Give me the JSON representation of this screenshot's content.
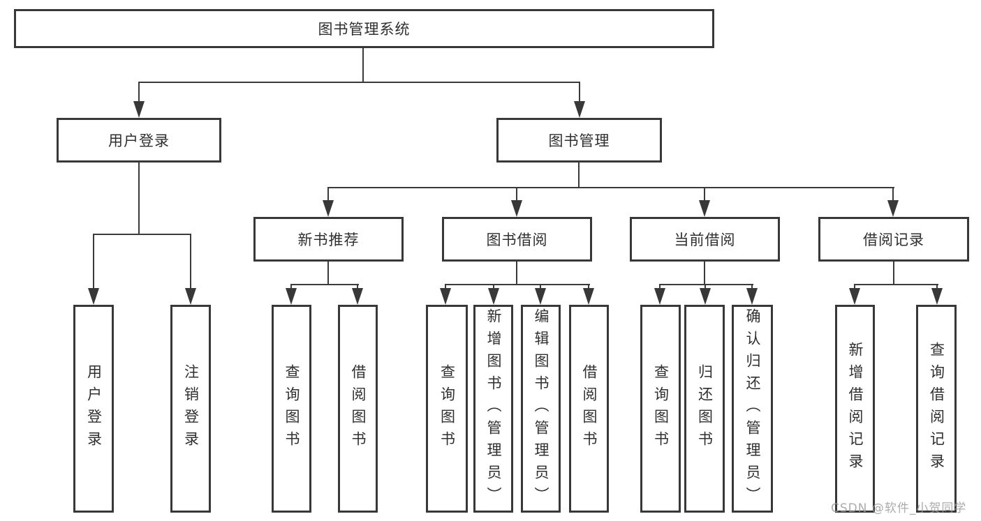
{
  "tree": {
    "root": {
      "label": "图书管理系统"
    },
    "level2": [
      {
        "label": "用户登录",
        "leaves": [
          {
            "label": "用户登录"
          },
          {
            "label": "注销登录"
          }
        ]
      },
      {
        "label": "图书管理",
        "groups": [
          {
            "label": "新书推荐",
            "leaves": [
              {
                "label": "查询图书"
              },
              {
                "label": "借阅图书"
              }
            ]
          },
          {
            "label": "图书借阅",
            "leaves": [
              {
                "label": "查询图书"
              },
              {
                "label": "新增图书（管理员）"
              },
              {
                "label": "编辑图书（管理员）"
              },
              {
                "label": "借阅图书"
              }
            ]
          },
          {
            "label": "当前借阅",
            "leaves": [
              {
                "label": "查询图书"
              },
              {
                "label": "归还图书"
              },
              {
                "label": "确认归还（管理员）"
              }
            ]
          },
          {
            "label": "借阅记录",
            "leaves": [
              {
                "label": "新增借阅记录"
              },
              {
                "label": "查询借阅记录"
              }
            ]
          }
        ]
      }
    ]
  },
  "watermark": {
    "text": "CSDN @软件_小贺同学"
  },
  "theme": {
    "line-color": "#3a3a3a",
    "box-border-color": "#383838",
    "box-fill": "#ffffff",
    "text-color": "#2f2f2f",
    "watermark-color": "#a29c9c"
  }
}
